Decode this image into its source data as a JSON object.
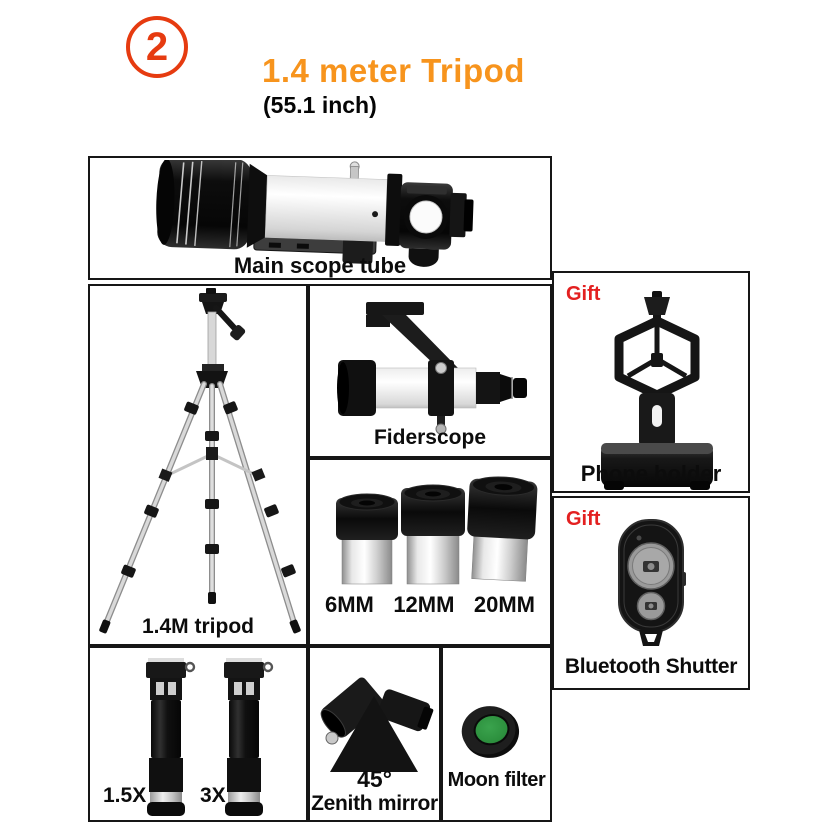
{
  "header": {
    "step_number": "2",
    "title": "1.4 meter Tripod",
    "subtitle": "(55.1 inch)"
  },
  "cells": {
    "main_scope": {
      "label": "Main scope tube"
    },
    "tripod": {
      "label": "1.4M tripod"
    },
    "finderscope": {
      "label": "Fiderscope"
    },
    "phone_holder": {
      "label": "Phone holder",
      "badge": "Gift"
    },
    "eyepieces": {
      "sizes": [
        "6MM",
        "12MM",
        "20MM"
      ]
    },
    "bluetooth_shutter": {
      "label": "Bluetooth Shutter",
      "badge": "Gift"
    },
    "barlow_lenses": {
      "magnifications": [
        "1.5X",
        "3X"
      ]
    },
    "zenith_mirror": {
      "angle": "45°",
      "label": "Zenith mirror"
    },
    "moon_filter": {
      "label": "Moon filter"
    }
  },
  "colors": {
    "accent_orange": "#f7941d",
    "step_red": "#e63b10",
    "gift_red": "#e32020",
    "border_black": "#161616",
    "filter_green": "#2c8f3d"
  }
}
